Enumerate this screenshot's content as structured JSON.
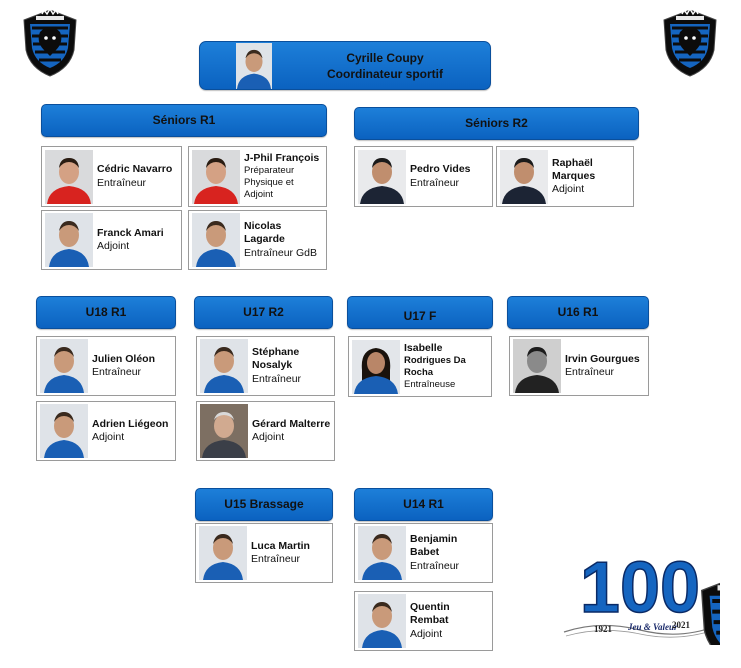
{
  "crest": {
    "motto": "Jeu & Valeur"
  },
  "coordinator": {
    "name": "Cyrille Coupy",
    "role": "Coordinateur sportif"
  },
  "teams": {
    "seniors_r1": {
      "label": "Séniors R1",
      "staff": [
        {
          "name": "Cédric Navarro",
          "role": "Entraîneur"
        },
        {
          "name": "J-Phil François",
          "role": "Préparateur Physique et Adjoint"
        },
        {
          "name": "Franck Amari",
          "role": "Adjoint"
        },
        {
          "name": "Nicolas Lagarde",
          "role": "Entraîneur GdB"
        }
      ]
    },
    "seniors_r2": {
      "label": "Séniors R2",
      "staff": [
        {
          "name": "Pedro Vides",
          "role": "Entraîneur"
        },
        {
          "name": "Raphaël Marques",
          "role": "Adjoint"
        }
      ]
    },
    "u18_r1": {
      "label": "U18 R1",
      "staff": [
        {
          "name": "Julien Oléon",
          "role": "Entraîneur"
        },
        {
          "name": "Adrien Liégeon",
          "role": "Adjoint"
        }
      ]
    },
    "u17_r2": {
      "label": "U17 R2",
      "staff": [
        {
          "name": "Stéphane Nosalyk",
          "role": "Entraîneur"
        },
        {
          "name": "Gérard Malterre",
          "role": "Adjoint"
        }
      ]
    },
    "u17_f": {
      "label": "U17 F",
      "staff": [
        {
          "name": "Isabelle",
          "name2": "Rodrigues Da Rocha",
          "role": "Entraîneuse"
        }
      ]
    },
    "u16_r1": {
      "label": "U16 R1",
      "staff": [
        {
          "name": "Irvin Gourgues",
          "role": "Entraîneur"
        }
      ]
    },
    "u15_brassage": {
      "label": "U15 Brassage",
      "staff": [
        {
          "name": "Luca Martin",
          "role": "Entraîneur"
        }
      ]
    },
    "u14_r1": {
      "label": "U14 R1",
      "staff": [
        {
          "name": "Benjamin Babet",
          "role": "Entraîneur"
        },
        {
          "name": "Quentin Rembat",
          "role": "Adjoint"
        }
      ]
    }
  },
  "centenary": {
    "number": "100",
    "year_start": "1921",
    "year_end": "2021",
    "motto": "Jeu & Valeur"
  },
  "colors": {
    "banner": "#0b62c0",
    "banner_light": "#1d7fd9",
    "jersey_blue": "#1a5fb4",
    "jersey_red": "#d8231f",
    "card_border": "#9a9a9a"
  }
}
